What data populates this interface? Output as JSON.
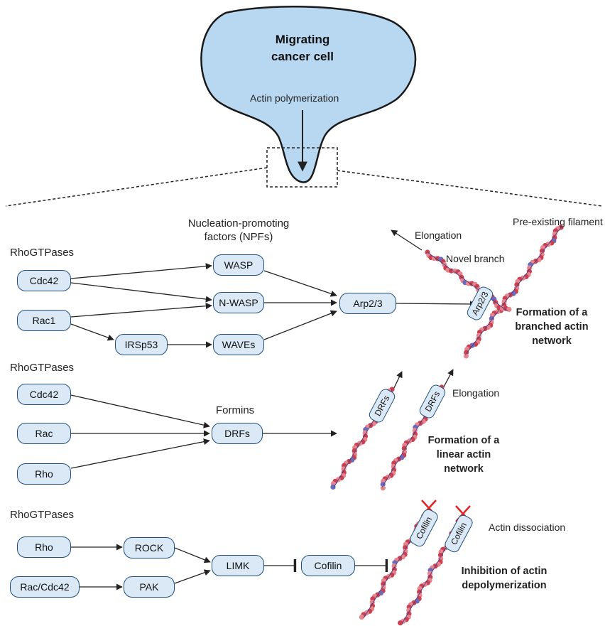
{
  "cell": {
    "title_line1": "Migrating",
    "title_line2": "cancer cell",
    "process": "Actin polymerization"
  },
  "colors": {
    "cell_fill": "#b8d7f0",
    "node_fill": "#dbe9f6",
    "node_border": "#1f4f7a",
    "filament_red": "#c94050",
    "filament_light": "#e8848e",
    "filament_blue": "#6b6bbd",
    "inhibit_x": "#e32222"
  },
  "section1": {
    "rho_label": "RhoGTPases",
    "npf_label": "Nucleation-promoting factors (NPFs)",
    "npf_line1": "Nucleation-promoting",
    "npf_line2": "factors (NPFs)",
    "nodes": {
      "cdc42": "Cdc42",
      "rac1": "Rac1",
      "irsp53": "IRSp53",
      "wasp": "WASP",
      "nwasp": "N-WASP",
      "waves": "WAVEs",
      "arp23": "Arp2/3"
    },
    "elongation": "Elongation",
    "novel_branch": "Novel branch",
    "preexisting": "Pre-existing filament",
    "arp_tag": "Arp2/3",
    "result_line1": "Formation of a",
    "result_line2": "branched actin",
    "result_line3": "network"
  },
  "section2": {
    "rho_label": "RhoGTPases",
    "formins_label": "Formins",
    "nodes": {
      "cdc42": "Cdc42",
      "rac": "Rac",
      "rho": "Rho",
      "drfs": "DRFs"
    },
    "tag1": "DRFs",
    "tag2": "DRFs",
    "elongation": "Elongation",
    "result_line1": "Formation of a",
    "result_line2": "linear actin",
    "result_line3": "network"
  },
  "section3": {
    "rho_label": "RhoGTPases",
    "nodes": {
      "rho": "Rho",
      "raccdc42": "Rac/Cdc42",
      "rock": "ROCK",
      "pak": "PAK",
      "limk": "LIMK",
      "cofilin": "Cofilin"
    },
    "tag1": "Cofilin",
    "tag2": "Cofilin",
    "dissociation": "Actin dissociation",
    "result_line1": "Inhibition of actin",
    "result_line2": "depolymerization"
  }
}
